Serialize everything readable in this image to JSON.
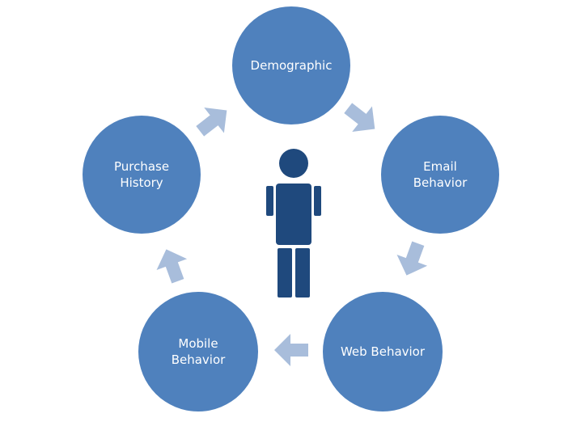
{
  "colors": {
    "circle": "#4f81bd",
    "arrow": "#a8bddb",
    "person": "#1f497d",
    "text": "#ffffff"
  },
  "diagram": {
    "nodes": [
      {
        "id": "demographic",
        "label": "Demographic"
      },
      {
        "id": "email-behavior",
        "label": "Email\nBehavior"
      },
      {
        "id": "web-behavior",
        "label": "Web Behavior"
      },
      {
        "id": "mobile-behavior",
        "label": "Mobile\nBehavior"
      },
      {
        "id": "purchase-history",
        "label": "Purchase\nHistory"
      }
    ],
    "center_icon": "person-icon",
    "arrow_icon": "arrow-icon"
  }
}
